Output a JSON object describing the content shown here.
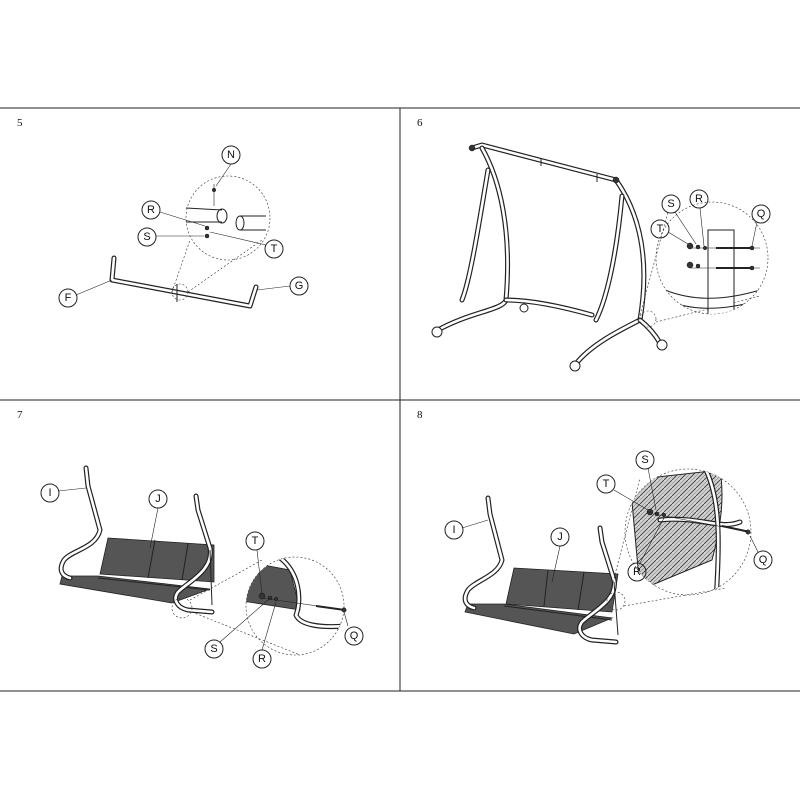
{
  "steps": [
    {
      "number": "5",
      "callouts": [
        "N",
        "R",
        "S",
        "T",
        "F",
        "G"
      ]
    },
    {
      "number": "6",
      "callouts": [
        "S",
        "R",
        "Q",
        "T"
      ]
    },
    {
      "number": "7",
      "callouts": [
        "I",
        "J",
        "T",
        "S",
        "R",
        "Q"
      ]
    },
    {
      "number": "8",
      "callouts": [
        "S",
        "T",
        "I",
        "J",
        "R",
        "Q"
      ]
    }
  ]
}
